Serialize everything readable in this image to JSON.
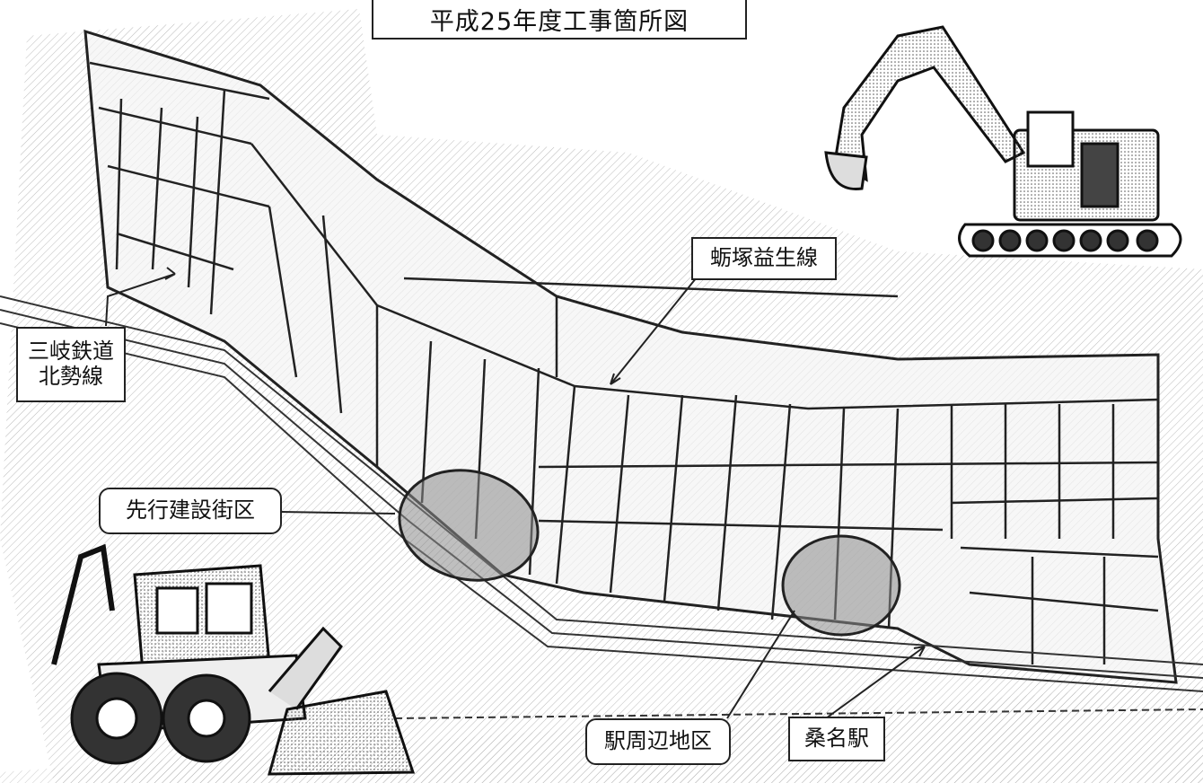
{
  "title": "平成25年度工事箇所図",
  "labels": {
    "railway_line1": "三岐鉄道",
    "railway_line2": "北勢線",
    "road": "蛎塚益生線",
    "advance_block": "先行建設街区",
    "station_area": "駅周辺地区",
    "station": "桑名駅"
  },
  "icons": {
    "excavator": "excavator-illustration",
    "backhoe_loader": "backhoe-loader-illustration"
  },
  "colors": {
    "highlight_fill": "#8a8a8a",
    "line": "#222222",
    "map_hatch": "#9a9a9a"
  }
}
